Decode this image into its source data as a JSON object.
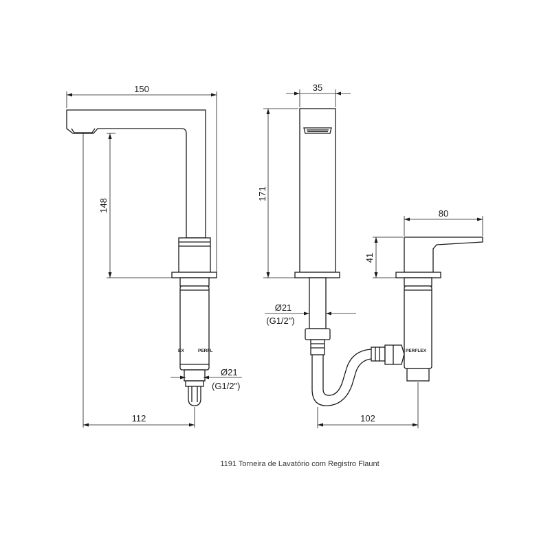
{
  "caption": "1191 Torneira de Lavatório com Registro Flaunt",
  "brand_mark": "PERFLEX",
  "left_view": {
    "width_top": "150",
    "spout_height": "148",
    "diameter": "Ø21",
    "thread": "(G1/2\")",
    "offset": "112",
    "brand_partial_left": "EX",
    "brand_partial_right": "PERFL"
  },
  "right_view": {
    "width_body": "35",
    "body_height": "171",
    "lever_length": "80",
    "lever_height": "41",
    "diameter": "Ø21",
    "thread": "(G1/2\")",
    "spacing": "102"
  }
}
